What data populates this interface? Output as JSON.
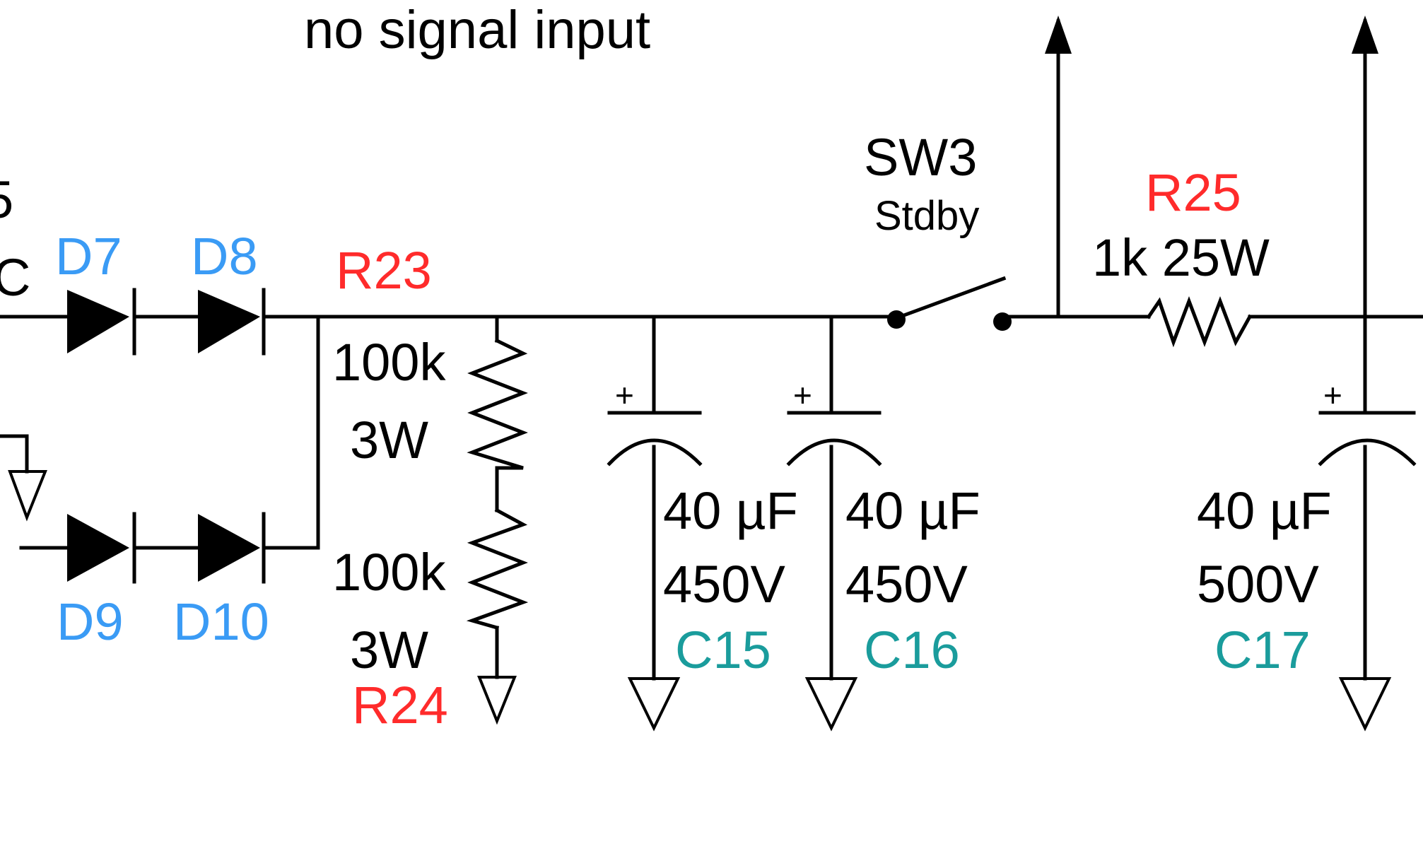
{
  "colors": {
    "resistor_ref": "#ff2b2b",
    "diode_ref": "#3a9bf5",
    "capacitor_ref": "#1a9c9c",
    "value": "#000000",
    "wire": "#000000"
  },
  "note": "no signal input",
  "partial_labels": {
    "top": "5",
    "bottom": "C"
  },
  "diodes": [
    {
      "ref": "D7"
    },
    {
      "ref": "D8"
    },
    {
      "ref": "D9"
    },
    {
      "ref": "D10"
    }
  ],
  "resistors": {
    "r23": {
      "ref": "R23",
      "value": "100k",
      "power": "3W"
    },
    "r24": {
      "ref": "R24",
      "value": "100k",
      "power": "3W"
    },
    "r25": {
      "ref": "R25",
      "value": "1k 25W"
    }
  },
  "switch": {
    "ref": "SW3",
    "label": "Stdby"
  },
  "capacitors": [
    {
      "ref": "C15",
      "value": "40 µF",
      "voltage": "450V",
      "polarity": "+"
    },
    {
      "ref": "C16",
      "value": "40 µF",
      "voltage": "450V",
      "polarity": "+"
    },
    {
      "ref": "C17",
      "value": "40 µF",
      "voltage": "500V",
      "polarity": "+"
    }
  ]
}
